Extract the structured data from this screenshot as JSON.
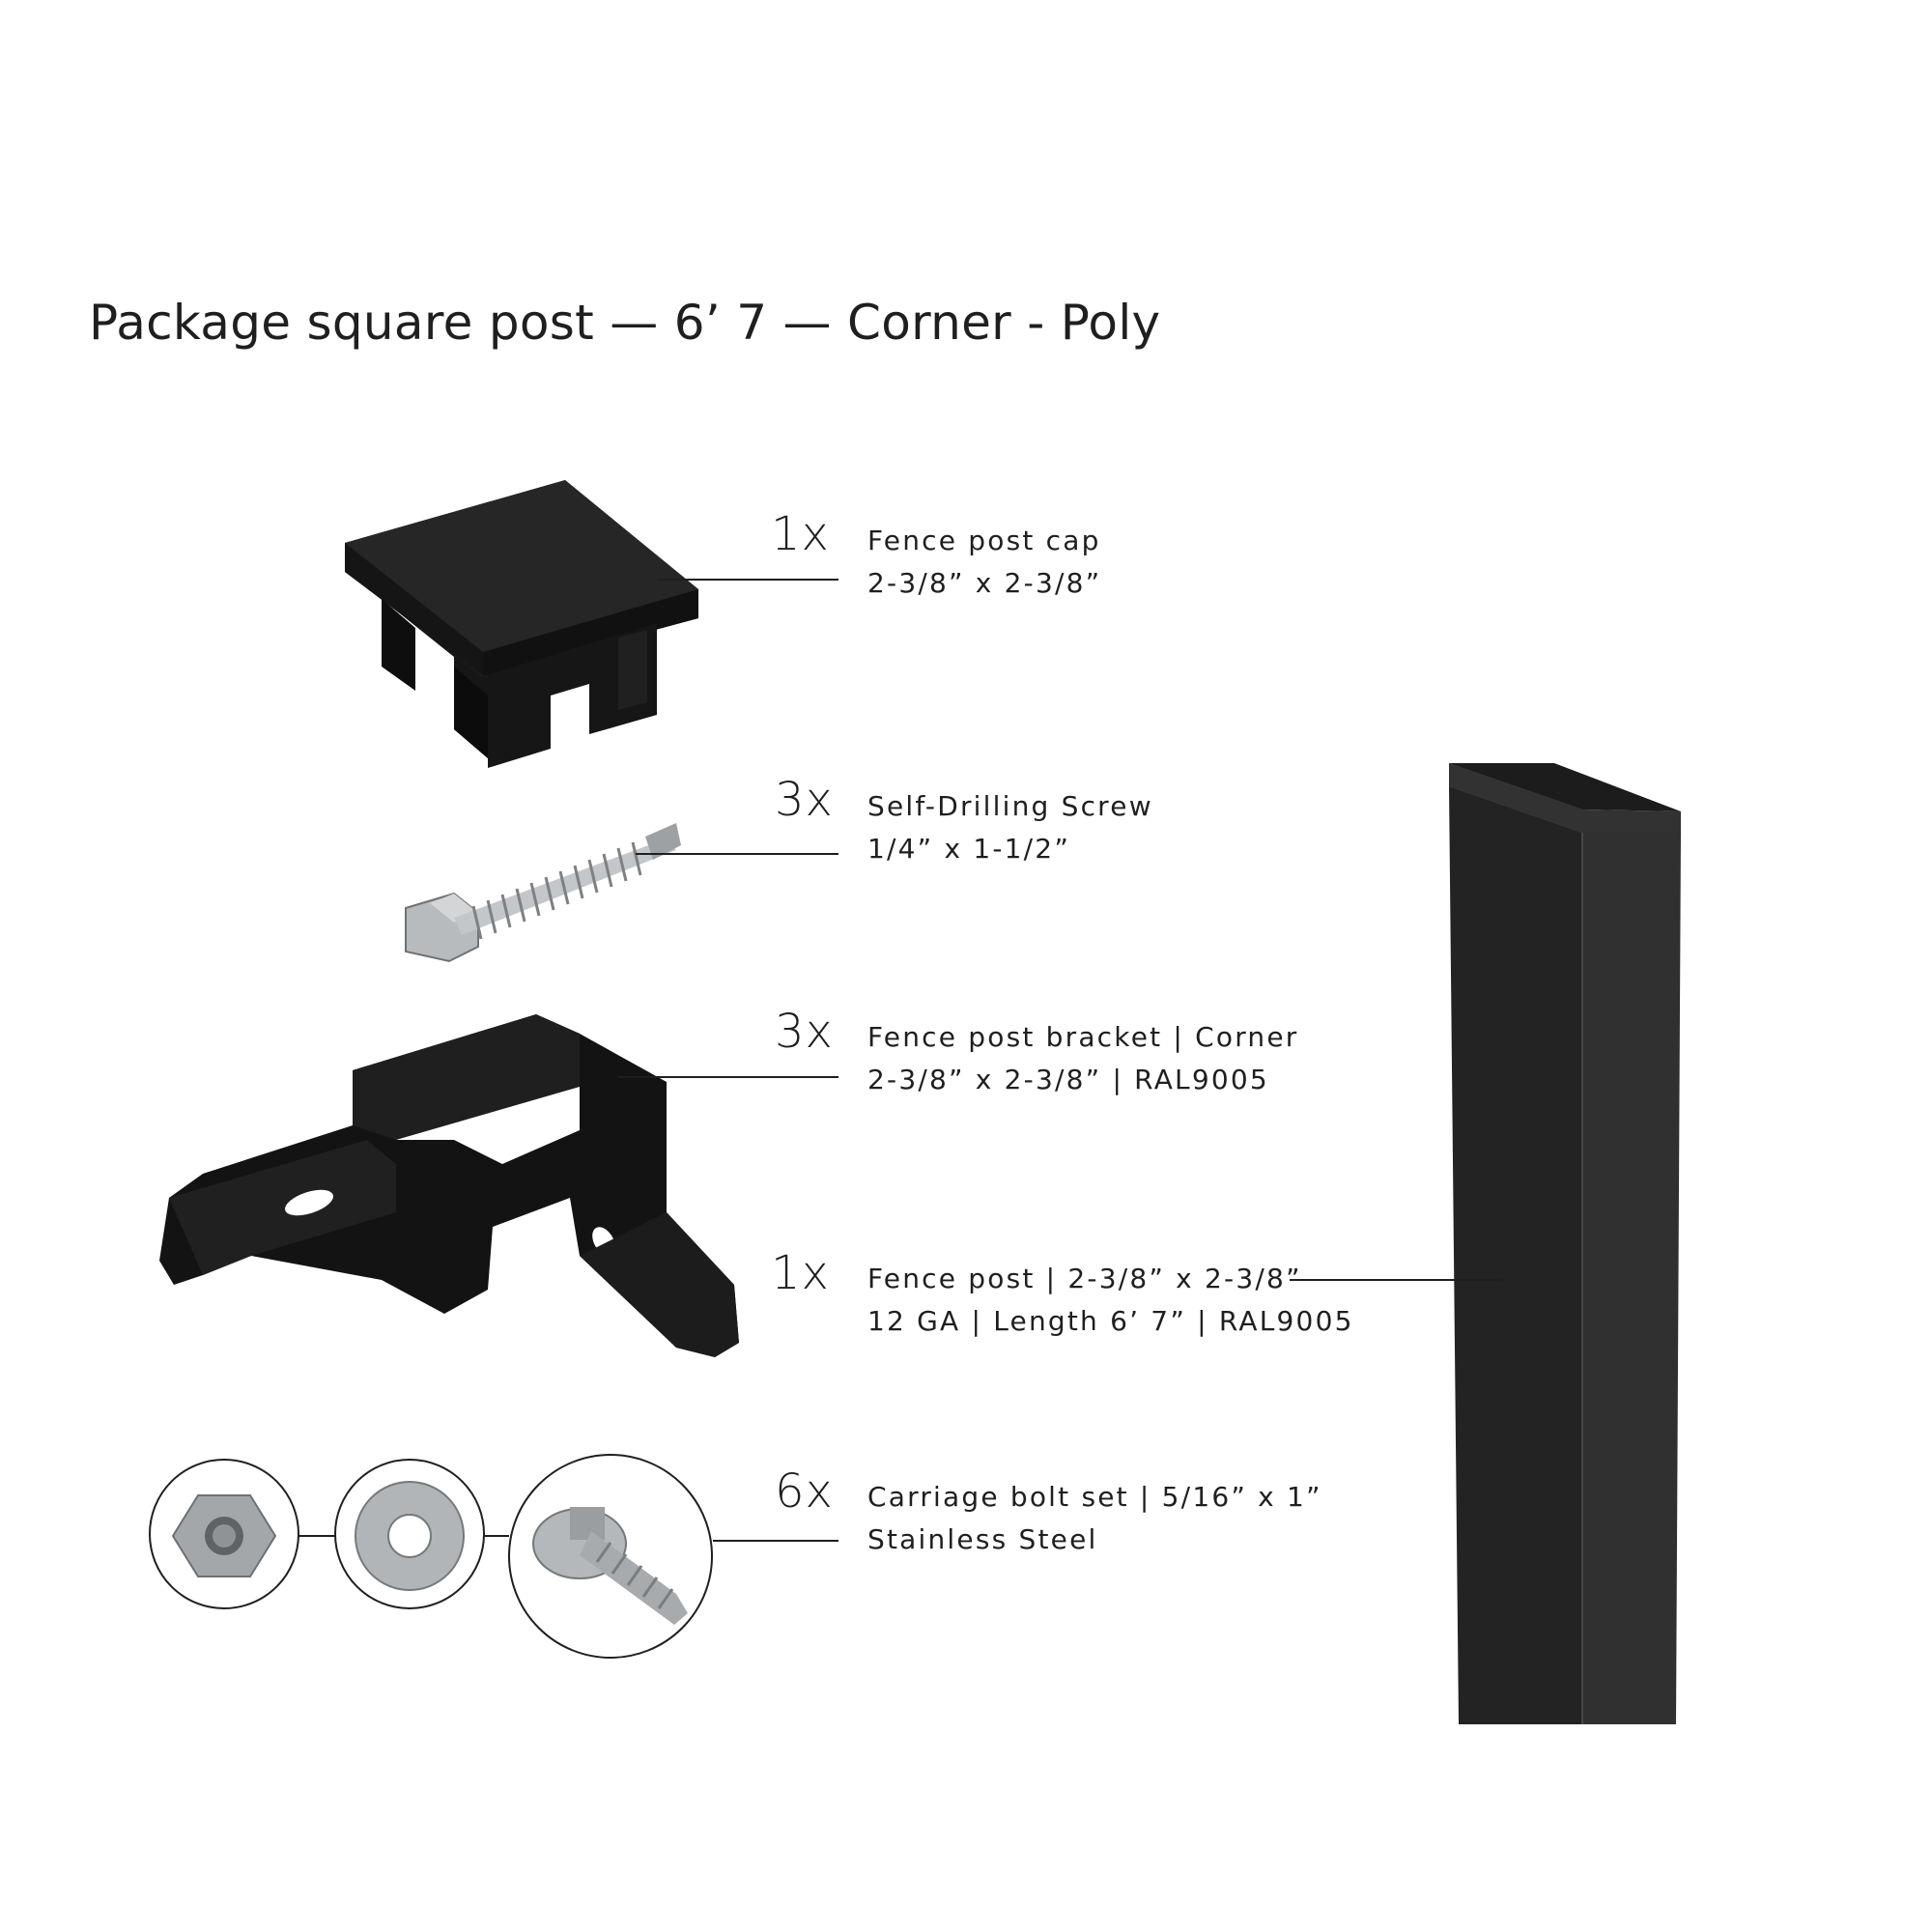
{
  "title": "Package square post — 6’ 7 — Corner - Poly",
  "items": [
    {
      "qty": "1x",
      "line1": "Fence post cap",
      "line2": "2-3/8” x 2-3/8”",
      "icon": "post-cap-icon"
    },
    {
      "qty": "3x",
      "line1": "Self-Drilling Screw",
      "line2": "1/4” x 1-1/2”",
      "icon": "screw-icon"
    },
    {
      "qty": "3x",
      "line1": "Fence post bracket | Corner",
      "line2": "2-3/8” x 2-3/8” | RAL9005",
      "icon": "bracket-icon"
    },
    {
      "qty": "1x",
      "line1": "Fence post | 2-3/8” x 2-3/8”",
      "line2": "12 GA | Length 6’ 7” | RAL9005",
      "icon": "post-icon"
    },
    {
      "qty": "6x",
      "line1": "Carriage bolt set | 5/16” x 1”",
      "line2": "Stainless Steel",
      "icon": "carriage-bolt-icon"
    }
  ],
  "colors": {
    "black_part": "#1c1c1c",
    "steel": "#a9adb0",
    "text": "#1f1f1f"
  }
}
